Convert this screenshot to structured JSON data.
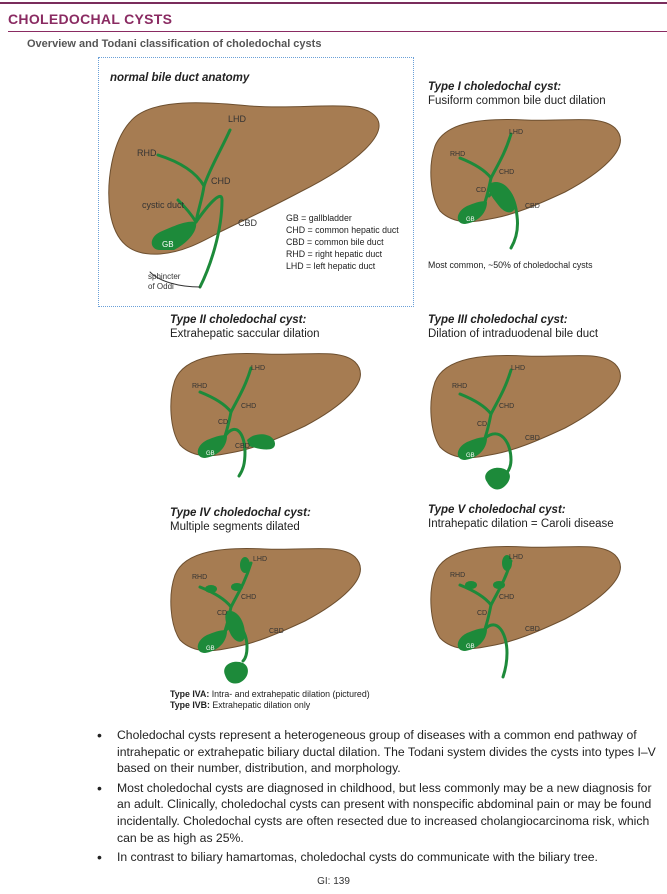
{
  "header": {
    "title": "CHOLEDOCHAL CYSTS",
    "subtitle": "Overview and Todani classification of choledochal cysts"
  },
  "colors": {
    "liver": "#a67c52",
    "duct": "#1d8a3a",
    "accent": "#8a2b62"
  },
  "normal": {
    "heading": "normal bile duct anatomy",
    "labels": {
      "lhd": "LHD",
      "rhd": "RHD",
      "chd": "CHD",
      "cystic": "cystic duct",
      "cbd": "CBD",
      "gb": "GB",
      "sphincter1": "sphincter",
      "sphincter2": "of Oddi"
    },
    "legend": [
      "GB = gallbladder",
      "CHD = common hepatic duct",
      "CBD = common bile duct",
      "RHD = right hepatic duct",
      "LHD = left hepatic duct"
    ]
  },
  "types": [
    {
      "title": "Type I choledochal cyst:",
      "desc": "Fusiform common bile duct dilation",
      "foot": "Most common, ~50% of choledochal cysts"
    },
    {
      "title": "Type II choledochal cyst:",
      "desc": "Extrahepatic saccular dilation"
    },
    {
      "title": "Type III choledochal cyst:",
      "desc": "Dilation of intraduodenal bile duct"
    },
    {
      "title": "Type IV choledochal cyst:",
      "desc": "Multiple segments dilated"
    },
    {
      "title": "Type V choledochal cyst:",
      "desc": "Intrahepatic dilation = Caroli disease"
    }
  ],
  "small_labels": {
    "lhd": "LHD",
    "rhd": "RHD",
    "chd": "CHD",
    "cd": "CD",
    "cbd": "CBD",
    "gb": "GB"
  },
  "type4_notes": {
    "a_label": "Type IVA:",
    "a_text": " Intra- and extrahepatic dilation (pictured)",
    "b_label": "Type IVB:",
    "b_text": " Extrahepatic dilation only"
  },
  "bullets": [
    "Choledochal cysts represent a heterogeneous group of diseases with a common end pathway of intrahepatic or extrahepatic biliary ductal dilation. The Todani system divides the cysts into types I–V based on their number, distribution, and morphology.",
    "Most choledochal cysts are diagnosed in childhood, but less commonly may be a new diagnosis for an adult. Clinically, choledochal cysts can present with nonspecific abdominal pain or may be found incidentally. Choledochal cysts are often resected due to increased cholangiocarcinoma risk, which can be as high as 25%.",
    "In contrast to biliary hamartomas, choledochal cysts do communicate with the biliary tree."
  ],
  "page": "GI: 139"
}
